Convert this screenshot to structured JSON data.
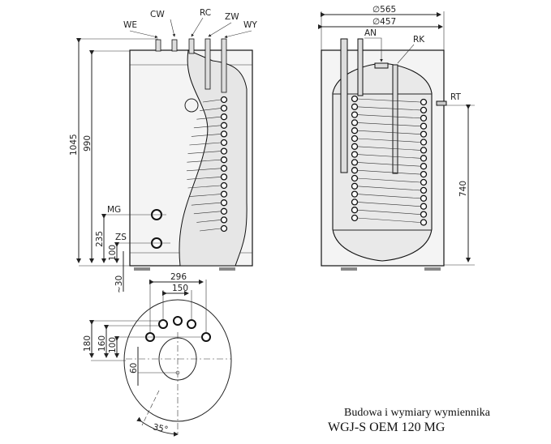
{
  "side_view": {
    "connections": [
      "WE",
      "CW",
      "RC",
      "ZW",
      "WY"
    ],
    "labels": {
      "mg": "MG",
      "zs": "ZS"
    },
    "dimensions": {
      "total_height": "1045",
      "body_height": "990",
      "mg_height": "235",
      "zs_height": "100",
      "feet": "~30"
    },
    "coil_turns": 16
  },
  "front_view": {
    "labels": {
      "an": "AN",
      "rk": "RK",
      "rt": "RT"
    },
    "dimensions": {
      "outer_diameter": "∅565",
      "tank_diameter": "∅457",
      "rt_height": "740"
    }
  },
  "top_view": {
    "dimensions": {
      "outer_span": "296",
      "inner_span": "150",
      "d180": "180",
      "d160": "160",
      "d100": "100",
      "d60": "60",
      "angle": "35°"
    }
  },
  "caption": {
    "subtitle": "Budowa i wymiary wymiennika",
    "model": "WGJ-S OEM 120 MG"
  }
}
